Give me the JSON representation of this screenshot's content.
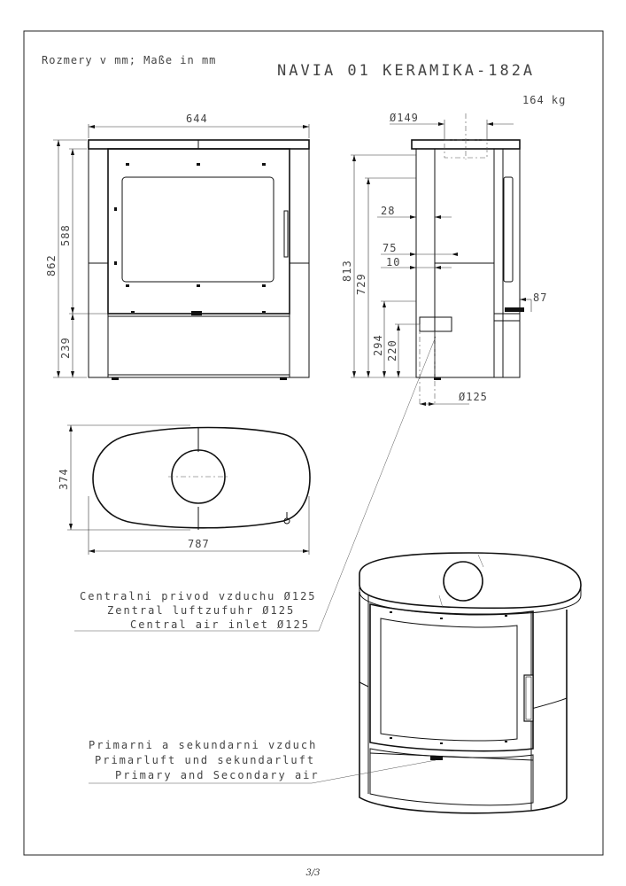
{
  "header": {
    "units_note": "Rozmery v mm; Maße in mm",
    "title": "NAVIA 01 KERAMIKA-182A",
    "weight": "164 kg"
  },
  "dimensions": {
    "width_front": "644",
    "flue_diameter": "Ø149",
    "height_total": "862",
    "height_upper": "588",
    "height_lower": "239",
    "side_28": "28",
    "side_75": "75",
    "side_10": "10",
    "side_813": "813",
    "side_729": "729",
    "side_294": "294",
    "side_220": "220",
    "side_87": "87",
    "air_inlet_diameter": "Ø125",
    "depth_top": "374",
    "width_top": "787"
  },
  "labels": {
    "central_air_cz": "Centralni privod vzduchu Ø125",
    "central_air_de": "Zentral luftzufuhr Ø125",
    "central_air_en": "Central air inlet Ø125",
    "primary_air_cz": "Primarni a sekundarni vzduch",
    "primary_air_de": "Primarluft und sekundarluft",
    "primary_air_en": "Primary and Secondary air"
  },
  "footer": {
    "page": "3/3"
  }
}
